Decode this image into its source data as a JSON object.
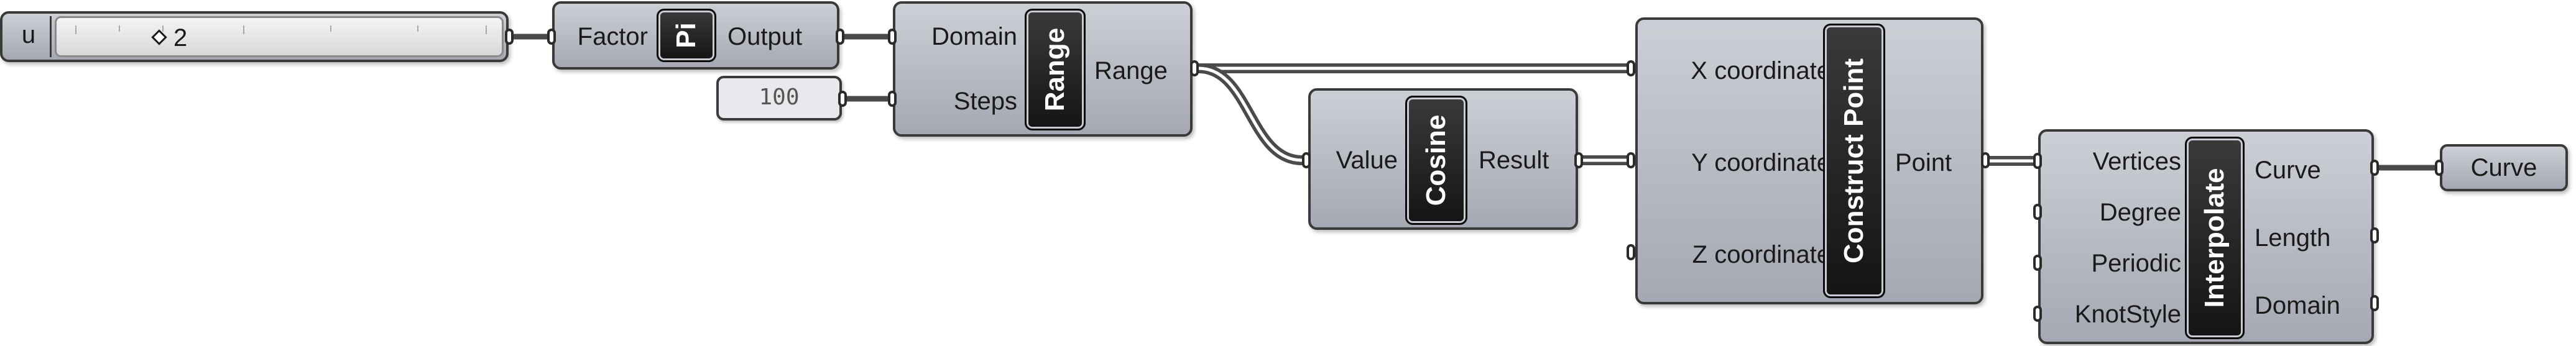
{
  "slider": {
    "name": "u",
    "value": "2"
  },
  "pi": {
    "title": "Pi",
    "input": "Factor",
    "output": "Output"
  },
  "steps_panel": {
    "value": "100"
  },
  "range": {
    "title": "Range",
    "inputs": [
      "Domain",
      "Steps"
    ],
    "output": "Range"
  },
  "cosine": {
    "title": "Cosine",
    "input": "Value",
    "output": "Result"
  },
  "construct_point": {
    "title": "Construct Point",
    "inputs": [
      "X coordinate",
      "Y coordinate",
      "Z coordinate"
    ],
    "output": "Point"
  },
  "interpolate": {
    "title": "Interpolate",
    "inputs": [
      "Vertices",
      "Degree",
      "Periodic",
      "KnotStyle"
    ],
    "outputs": [
      "Curve",
      "Length",
      "Domain"
    ]
  },
  "curve_param": {
    "label": "Curve"
  },
  "colors": {
    "node_fill": "#b9bbc3",
    "node_border": "#3a3a3a",
    "badge": "#1e1e1e",
    "wire": "#4a4a4a"
  }
}
